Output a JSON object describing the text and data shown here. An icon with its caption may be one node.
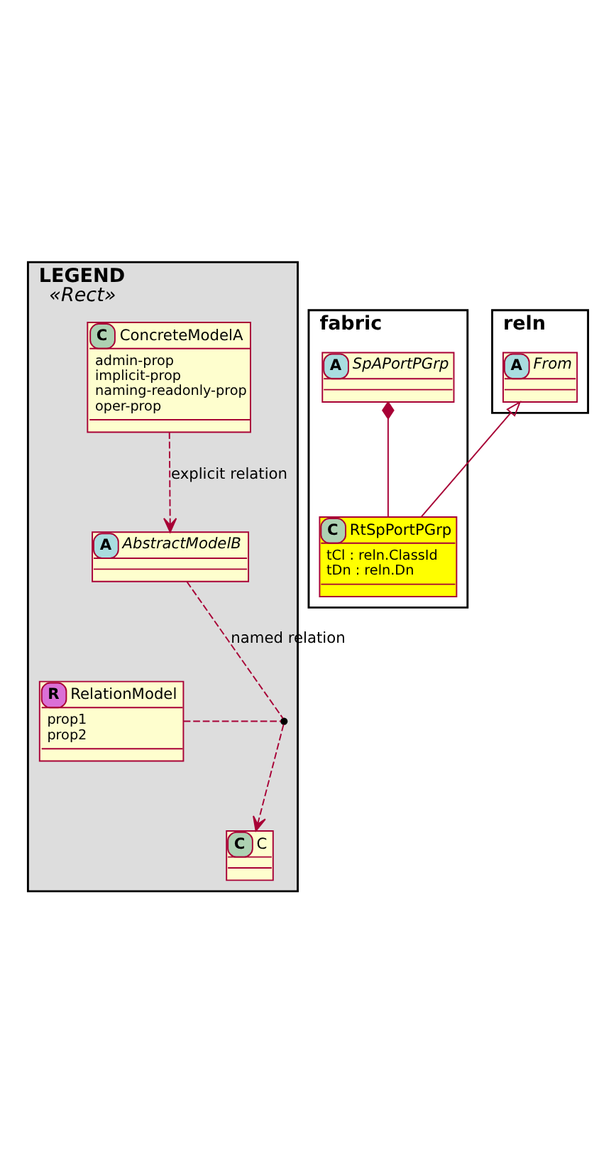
{
  "diagram": {
    "nodes": [
      {
        "text": [
          "LEGEND",
          "«Rect»"
        ]
      },
      {
        "text": [
          "C",
          "ConcreteModelA",
          "admin-prop",
          "implicit-prop",
          "naming-readonly-prop",
          "oper-prop"
        ],
        "in": 0
      },
      {
        "text": [
          "A",
          "AbstractModelB"
        ],
        "in": 0
      },
      {
        "text": [],
        "shape": "circle",
        "in": 0
      },
      {
        "text": [
          "R",
          "RelationModel",
          "prop1",
          "prop2"
        ],
        "in": 0
      },
      {
        "text": [
          "C",
          "C"
        ],
        "in": 0
      },
      {
        "text": [
          "fabric"
        ]
      },
      {
        "text": [
          "A",
          "SpAPortPGrp"
        ],
        "in": 6
      },
      {
        "text": [
          "C",
          "RtSpPortPGrp",
          "tCl : reln.ClassId",
          "tDn : reln.Dn"
        ],
        "in": 6
      },
      {
        "text": [
          "reln"
        ]
      },
      {
        "text": [
          "A",
          "From"
        ],
        "in": 9
      }
    ],
    "edges": [
      {
        "from": 1,
        "to": 2,
        "arrow": "to",
        "style": "dashed",
        "label": "explicit relation"
      },
      {
        "from": 2,
        "to": 3,
        "arrow": "none",
        "style": "dashed",
        "label": "named relation"
      },
      {
        "from": 3,
        "to": 5,
        "arrow": "to",
        "style": "dashed"
      },
      {
        "from": 4,
        "to": 3,
        "arrow": "none",
        "style": "dashed"
      },
      {
        "from": 7,
        "to": 8,
        "arrow": "other"
      },
      {
        "from": 8,
        "to": 10,
        "arrow": "to"
      }
    ]
  }
}
